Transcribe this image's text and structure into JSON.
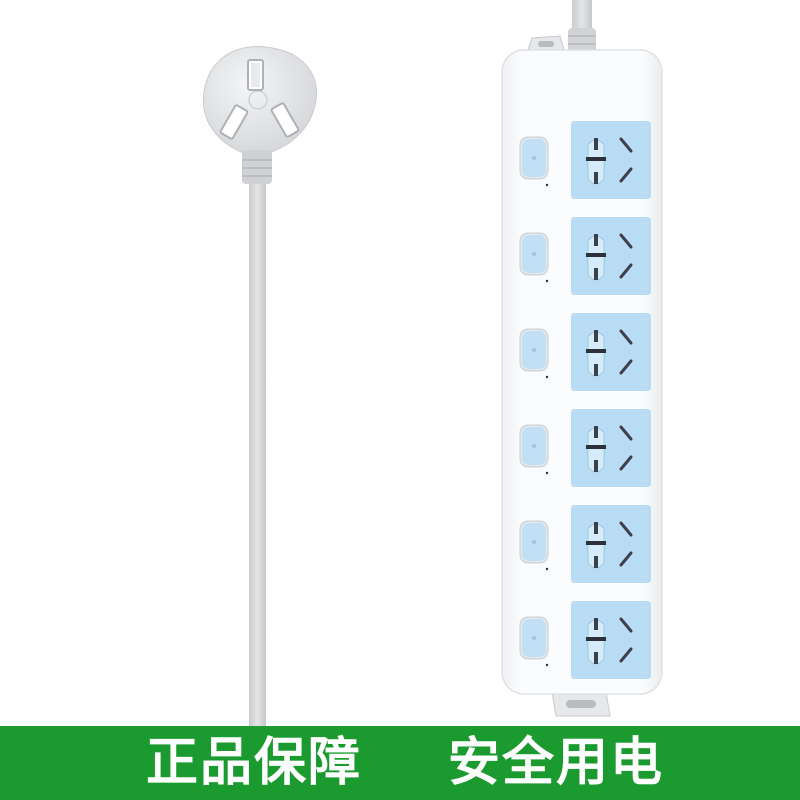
{
  "banner": {
    "left_text": "正品保障",
    "right_text": "安全用电",
    "background_color": "#1b9a2f",
    "text_color": "#ffffff"
  },
  "product": {
    "outlet_count": 6,
    "switch_count": 6,
    "body_color": "#f7f8fa",
    "socket_color": "#b8dcf3",
    "switch_color": "#c2e0f4",
    "cord_color": "#d6d8da",
    "plug_color": "#e6e7e9"
  }
}
